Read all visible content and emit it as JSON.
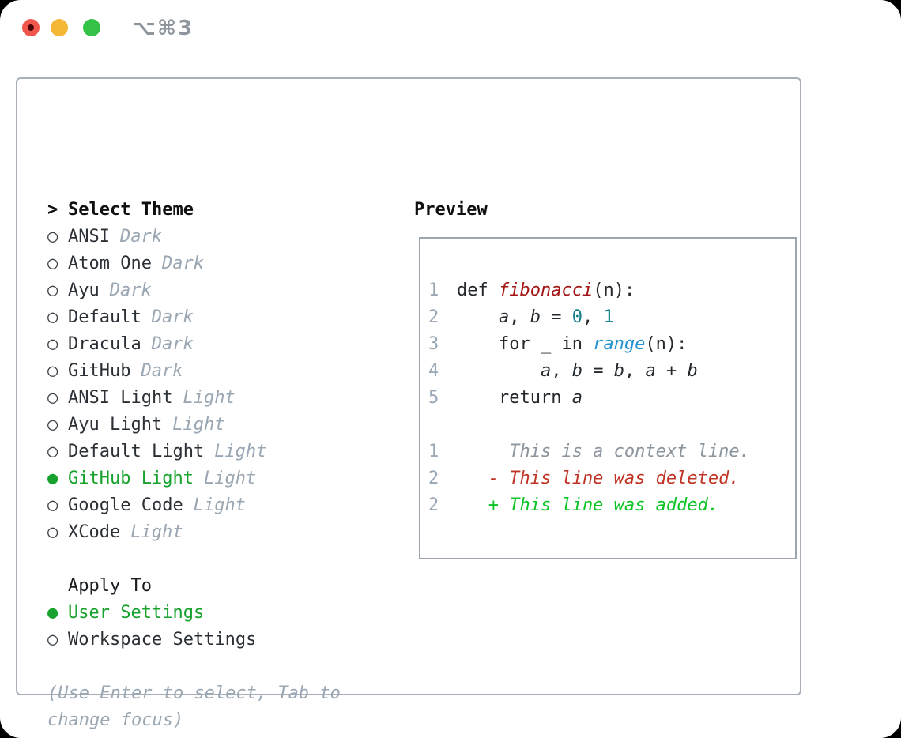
{
  "titlebar": {
    "title": "⌥⌘3",
    "buttons": [
      {
        "name": "close"
      },
      {
        "name": "minimize"
      },
      {
        "name": "zoom"
      }
    ]
  },
  "panel": {
    "select_theme": {
      "prefix": ">",
      "label": "Select Theme"
    },
    "radio_unselected": "○",
    "radio_selected": "●",
    "themes": [
      {
        "name": "ANSI",
        "tag": "Dark",
        "selected": false
      },
      {
        "name": "Atom One",
        "tag": "Dark",
        "selected": false
      },
      {
        "name": "Ayu",
        "tag": "Dark",
        "selected": false
      },
      {
        "name": "Default",
        "tag": "Dark",
        "selected": false
      },
      {
        "name": "Dracula",
        "tag": "Dark",
        "selected": false
      },
      {
        "name": "GitHub",
        "tag": "Dark",
        "selected": false
      },
      {
        "name": "ANSI Light",
        "tag": "Light",
        "selected": false
      },
      {
        "name": "Ayu Light",
        "tag": "Light",
        "selected": false
      },
      {
        "name": "Default Light",
        "tag": "Light",
        "selected": false
      },
      {
        "name": "GitHub Light",
        "tag": "Light",
        "selected": true
      },
      {
        "name": "Google Code",
        "tag": "Light",
        "selected": false
      },
      {
        "name": "XCode",
        "tag": "Light",
        "selected": false
      }
    ],
    "apply_to": {
      "label": "Apply To",
      "options": [
        {
          "name": "User Settings",
          "selected": true
        },
        {
          "name": "Workspace Settings",
          "selected": false
        }
      ]
    },
    "hint": "(Use Enter to select, Tab to change focus)"
  },
  "preview": {
    "label": "Preview",
    "code": [
      {
        "num": "1",
        "segments": [
          {
            "text": "def ",
            "style": "plain"
          },
          {
            "text": "fibonacci",
            "style": "func"
          },
          {
            "text": "(n):",
            "style": "plain"
          }
        ]
      },
      {
        "num": "2",
        "segments": [
          {
            "text": "    ",
            "style": "plain"
          },
          {
            "text": "a",
            "style": "var"
          },
          {
            "text": ", ",
            "style": "plain"
          },
          {
            "text": "b",
            "style": "var"
          },
          {
            "text": " = ",
            "style": "plain"
          },
          {
            "text": "0",
            "style": "num"
          },
          {
            "text": ", ",
            "style": "plain"
          },
          {
            "text": "1",
            "style": "num"
          }
        ]
      },
      {
        "num": "3",
        "segments": [
          {
            "text": "    for _ in ",
            "style": "plain"
          },
          {
            "text": "range",
            "style": "builtin"
          },
          {
            "text": "(n):",
            "style": "plain"
          }
        ]
      },
      {
        "num": "4",
        "segments": [
          {
            "text": "        ",
            "style": "plain"
          },
          {
            "text": "a",
            "style": "var"
          },
          {
            "text": ", ",
            "style": "plain"
          },
          {
            "text": "b",
            "style": "var"
          },
          {
            "text": " = ",
            "style": "plain"
          },
          {
            "text": "b",
            "style": "var"
          },
          {
            "text": ", ",
            "style": "plain"
          },
          {
            "text": "a",
            "style": "var"
          },
          {
            "text": " + ",
            "style": "plain"
          },
          {
            "text": "b",
            "style": "var"
          }
        ]
      },
      {
        "num": "5",
        "segments": [
          {
            "text": "    return ",
            "style": "plain"
          },
          {
            "text": "a",
            "style": "var"
          }
        ]
      },
      {
        "num": "",
        "segments": []
      },
      {
        "num": "1",
        "segments": [
          {
            "text": "     This is a context line.",
            "style": "ctx"
          }
        ]
      },
      {
        "num": "2",
        "segments": [
          {
            "text": "   - This line was deleted.",
            "style": "del"
          }
        ]
      },
      {
        "num": "2",
        "segments": [
          {
            "text": "   + This line was added.",
            "style": "add"
          }
        ]
      }
    ]
  },
  "colors": {
    "selection_green": "#16a22c",
    "diff_added": "#0dc426",
    "diff_deleted": "#c03425",
    "diff_context": "#8b949d",
    "syntax_function": "#a31515",
    "syntax_number": "#107f89",
    "syntax_builtin": "#2591cf",
    "code_plain": "#24292e",
    "muted_text": "#9aa7b3",
    "line_number": "#9aa7b5",
    "traffic_close": "#f2574e",
    "traffic_minimize": "#f5b836",
    "traffic_zoom": "#33c247",
    "border": "#a8afb9"
  }
}
